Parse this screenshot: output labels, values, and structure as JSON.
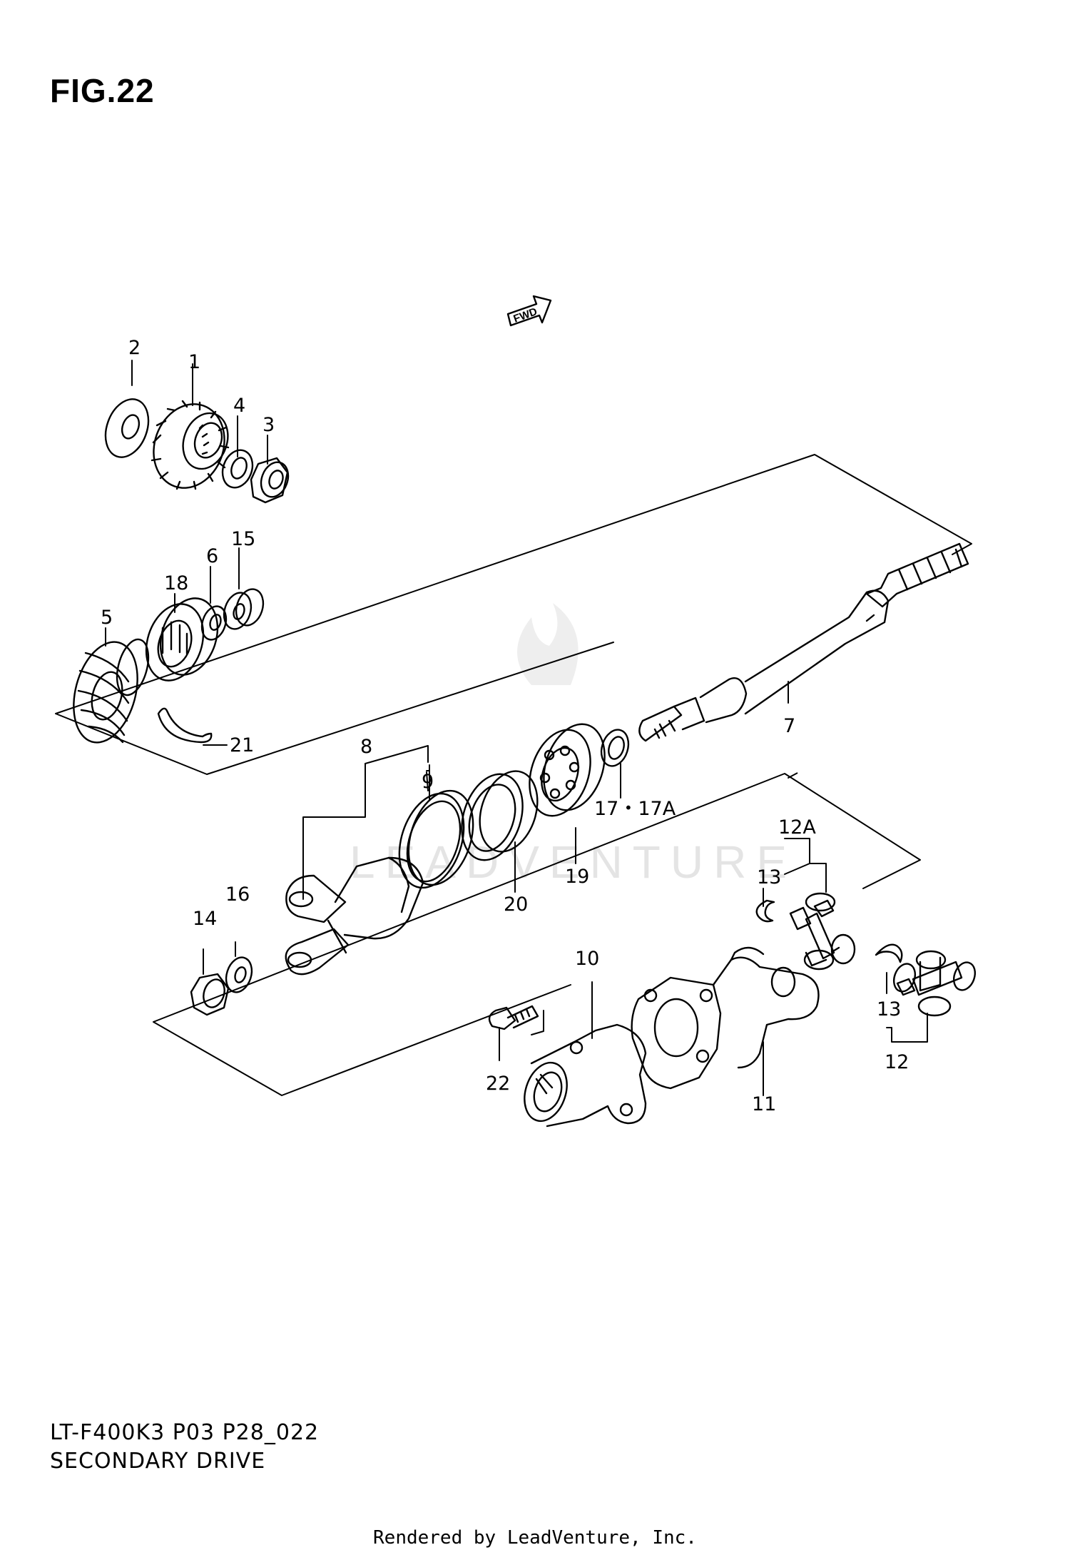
{
  "figure": {
    "title": "FIG.22",
    "model_code": "LT-F400K3 P03 P28_022",
    "section_name": "SECONDARY DRIVE",
    "footer": "Rendered by LeadVenture, Inc.",
    "watermark": "LEADVENTURE",
    "fwd_label": "FWD"
  },
  "callouts": {
    "c1": "1",
    "c2": "2",
    "c3": "3",
    "c4": "4",
    "c5": "5",
    "c6": "6",
    "c7": "7",
    "c8": "8",
    "c9": "9",
    "c10": "10",
    "c11": "11",
    "c12": "12",
    "c12a": "12A",
    "c13a": "13",
    "c13b": "13",
    "c14": "14",
    "c15": "15",
    "c16": "16",
    "c17": "17・17A",
    "c18": "18",
    "c19": "19",
    "c20": "20",
    "c21": "21",
    "c22": "22"
  },
  "colors": {
    "line": "#000000",
    "background": "#ffffff",
    "watermark": "#e4e4e4"
  }
}
